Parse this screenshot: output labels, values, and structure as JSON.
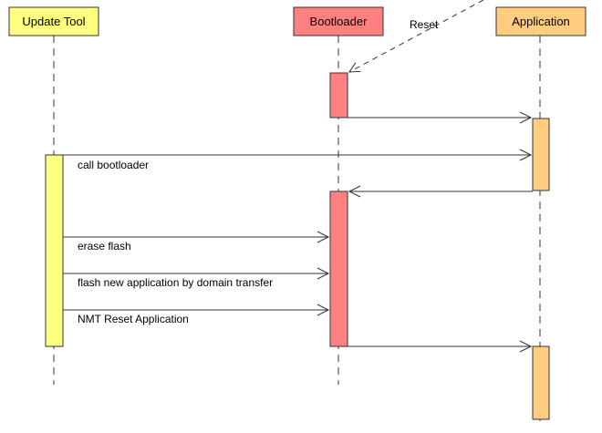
{
  "participants": {
    "update_tool": {
      "label": "Update Tool",
      "color": "#ffff80"
    },
    "bootloader": {
      "label": "Bootloader",
      "color": "#ff8080"
    },
    "application": {
      "label": "Application",
      "color": "#ffcc80"
    }
  },
  "messages": {
    "reset": "Reset",
    "call_bootloader": "call bootloader",
    "erase_flash": "erase flash",
    "flash_new_app": "flash new application by domain transfer",
    "nmt_reset": "NMT Reset Application"
  }
}
